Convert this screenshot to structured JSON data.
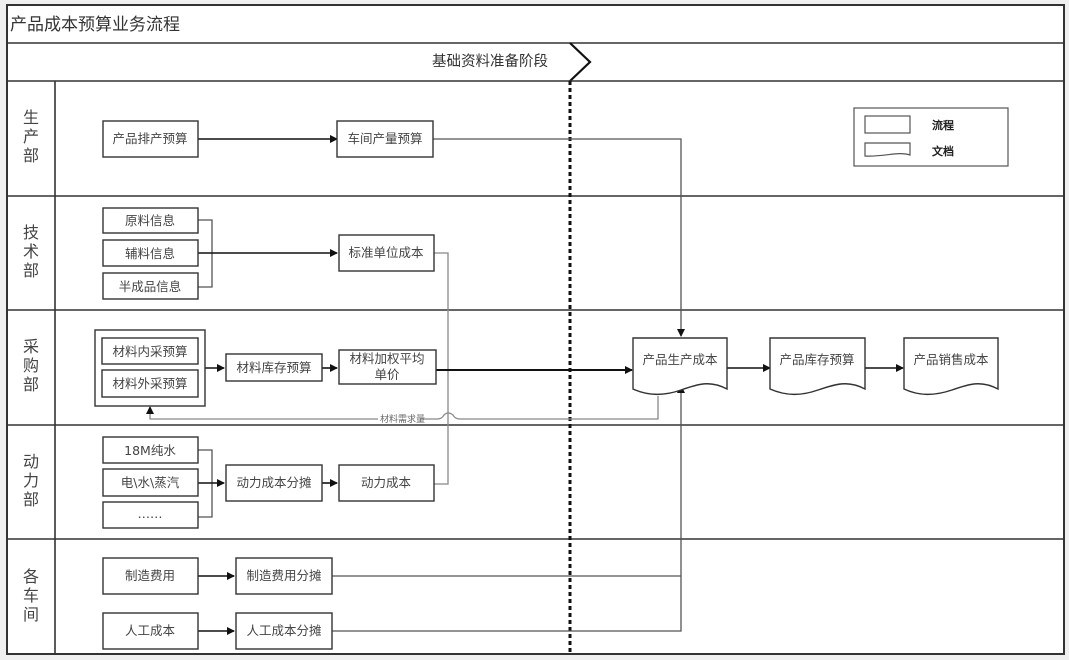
{
  "title": "产品成本预算业务流程",
  "phase": "基础资料准备阶段",
  "lanes": [
    {
      "id": "production",
      "label": "生产部",
      "chars": [
        "生",
        "产",
        "部"
      ]
    },
    {
      "id": "technology",
      "label": "技术部",
      "chars": [
        "技",
        "术",
        "部"
      ]
    },
    {
      "id": "purchasing",
      "label": "采购部",
      "chars": [
        "采",
        "购",
        "部"
      ]
    },
    {
      "id": "power",
      "label": "动力部",
      "chars": [
        "动",
        "力",
        "部"
      ]
    },
    {
      "id": "workshops",
      "label": "各车间",
      "chars": [
        "各",
        "车",
        "间"
      ]
    }
  ],
  "legend": {
    "process_label": "流程",
    "document_label": "文档"
  },
  "nodes": {
    "product_schedule_budget": "产品排产预算",
    "workshop_output_budget": "车间产量预算",
    "raw_material_info": "原料信息",
    "auxiliary_material_info": "辅料信息",
    "semi_finished_info": "半成品信息",
    "standard_unit_cost": "标准单位成本",
    "material_internal_purchase": "材料内采预算",
    "material_external_purchase": "材料外采预算",
    "material_inventory_budget": "材料库存预算",
    "material_weighted_avg_line1": "材料加权平均",
    "material_weighted_avg_line2": "单价",
    "product_production_cost": "产品生产成本",
    "product_inventory_budget": "产品库存预算",
    "product_sales_cost": "产品销售成本",
    "pure_water_18m": "18M纯水",
    "electricity_water_steam": "电\\水\\蒸汽",
    "ellipsis": "……",
    "power_cost_allocation": "动力成本分摊",
    "power_cost": "动力成本",
    "manufacturing_expense": "制造费用",
    "manufacturing_expense_allocation": "制造费用分摊",
    "labor_cost": "人工成本",
    "labor_cost_allocation": "人工成本分摊"
  },
  "connector_labels": {
    "material_demand": "材料需求量"
  }
}
